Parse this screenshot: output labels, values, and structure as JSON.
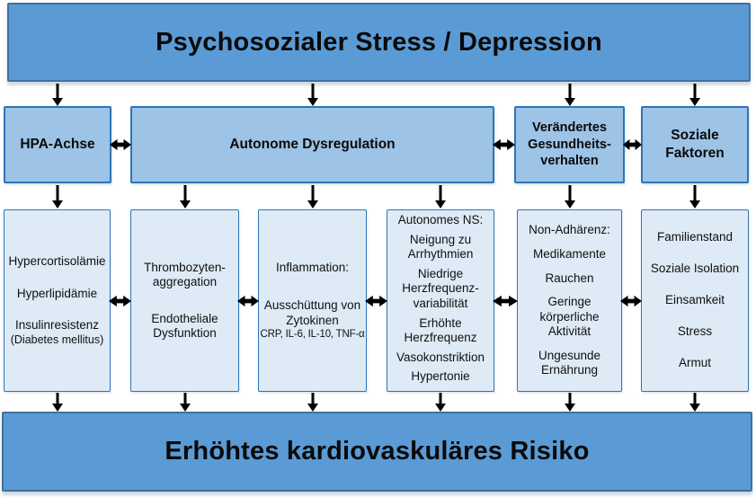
{
  "colors": {
    "banner_fill": "#5B9BD5",
    "banner_border": "#41719C",
    "mid_fill": "#9DC3E6",
    "mid_border": "#2E75B6",
    "detail_fill": "#DEEAF6",
    "detail_border": "#2E75B6",
    "arrow": "#000000",
    "text": "#0a0a0a"
  },
  "top_banner": {
    "label": "Psychosozialer Stress / Depression"
  },
  "bottom_banner": {
    "label": "Erhöhtes kardiovaskuläres Risiko"
  },
  "mid_row": [
    {
      "label": "HPA-Achse"
    },
    {
      "label": "Autonome Dysregulation"
    },
    {
      "label": "Verändertes\nGesundheits-\nverhalten"
    },
    {
      "label": "Soziale\nFaktoren"
    }
  ],
  "detail_row": [
    {
      "items": [
        "Hypercortisolämie",
        "Hyperlipidämie",
        "Insulinresistenz",
        "(Diabetes mellitus)"
      ]
    },
    {
      "items": [
        "Thrombozyten-\naggregation",
        "Endotheliale\nDysfunktion"
      ]
    },
    {
      "items": [
        "Inflammation:",
        "Ausschüttung von\nZytokinen"
      ],
      "small_note": "CRP, IL-6, IL-10, TNF-α"
    },
    {
      "items": [
        "Autonomes NS:",
        "Neigung zu\nArrhythmien",
        "Niedrige\nHerzfrequenz-\nvariabilität",
        "Erhöhte\nHerzfrequenz",
        "Vasokonstriktion",
        "Hypertonie"
      ]
    },
    {
      "items": [
        "Non-Adhärenz:",
        "Medikamente",
        "Rauchen",
        "Geringe\nkörperliche\nAktivität",
        "Ungesunde\nErnährung"
      ]
    },
    {
      "items": [
        "Familienstand",
        "Soziale Isolation",
        "Einsamkeit",
        "Stress",
        "Armut"
      ]
    }
  ]
}
